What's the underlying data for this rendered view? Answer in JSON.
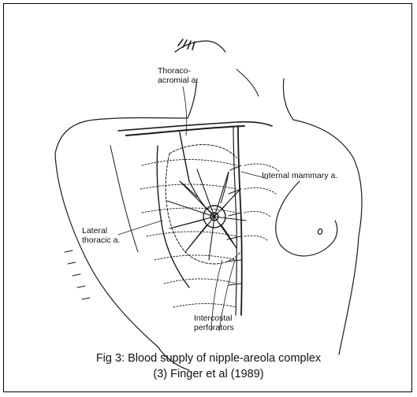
{
  "labels": {
    "thoracoacromial_line1": "Thoraco-",
    "thoracoacromial_line2": "acromial a.",
    "internal_mammary": "Internal mammary a.",
    "lateral_thoracic_line1": "Lateral",
    "lateral_thoracic_line2": "thoracic a.",
    "intercostal_line1": "Intercostal",
    "intercostal_line2": "perforators"
  },
  "caption": {
    "line1": "Fig 3:  Blood supply of nipple-areola complex",
    "line2": "(3) Finger et al (1989)"
  },
  "colors": {
    "ink": "#1a1a1a",
    "frame": "#000000",
    "background": "#ffffff"
  }
}
